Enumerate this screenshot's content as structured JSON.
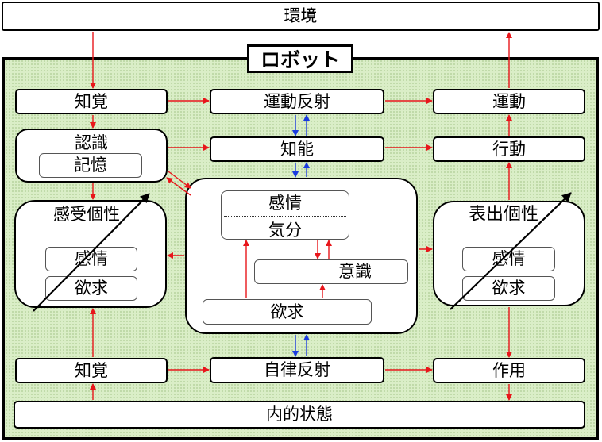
{
  "environment": "環境",
  "robot": "ロボット",
  "perception_top": "知覚",
  "motor_reflex": "運動反射",
  "movement": "運動",
  "cognition": "認識",
  "memory": "記憶",
  "intelligence": "知能",
  "action": "行動",
  "receptive_personality": {
    "title": "感受個性",
    "emotion": "感情",
    "desire": "欲求"
  },
  "center": {
    "emotion": "感情",
    "mood": "気分",
    "consciousness": "意識",
    "desire": "欲求"
  },
  "expressive_personality": {
    "title": "表出個性",
    "emotion": "感情",
    "desire": "欲求"
  },
  "perception_bottom": "知覚",
  "autonomic_reflex": "自律反射",
  "operation": "作用",
  "internal_state": "内的状態",
  "colors": {
    "red_arrow": "#e8161b",
    "blue_arrow": "#1a3be0",
    "panel_green": "#daeec7"
  }
}
